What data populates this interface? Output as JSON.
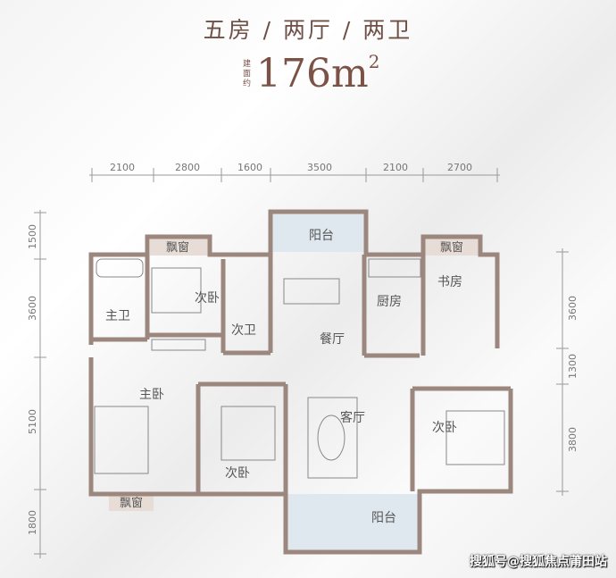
{
  "header": {
    "title": "五房 / 两厅 / 两卫",
    "area_prefix": [
      "建",
      "面",
      "约"
    ],
    "area_value": "176m",
    "area_unit_sup": "2"
  },
  "dimensions": {
    "top": [
      "2100",
      "2800",
      "1600",
      "3500",
      "2100",
      "2700"
    ],
    "left": [
      "1500",
      "3600",
      "5100",
      "1800"
    ],
    "right": [
      "3600",
      "1300",
      "3800"
    ]
  },
  "rooms": {
    "balcony_top": "阳台",
    "bay_window_left": "飘窗",
    "bay_window_right": "飘窗",
    "bedroom_2": "次卧",
    "master_bath": "主卫",
    "second_bath": "次卫",
    "dining": "餐厅",
    "kitchen": "厨房",
    "study": "书房",
    "master_bedroom": "主卧",
    "living": "客厅",
    "bedroom_right": "次卧",
    "bedroom_bottom": "次卧",
    "bay_window_bottom": "飘窗",
    "balcony_bottom": "阳台"
  },
  "watermark": "搜狐号@搜狐焦点莆田站",
  "colors": {
    "wall": "#9c877f",
    "balcony": "#dfe8ee",
    "bay": "#e8ddd6",
    "accent": "#7a5246"
  }
}
